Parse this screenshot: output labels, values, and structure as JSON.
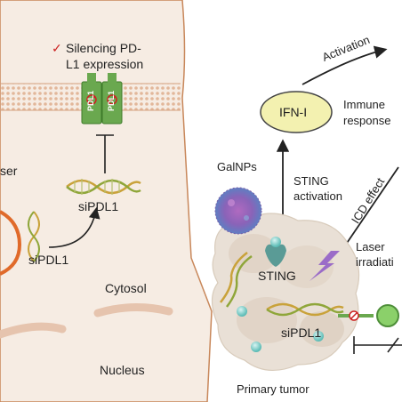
{
  "left_panel": {
    "silencing_check": "✓",
    "silencing_line1": "Silencing PD-",
    "silencing_line2": "L1 expression",
    "receptor_label": "PDL1",
    "sipdl1_upper": "siPDL1",
    "sipdl1_lower": "siPDL1",
    "laser_partial": "ser",
    "cytosol": "Cytosol",
    "nucleus": "Nucleus"
  },
  "right_panel": {
    "activation": "Activation",
    "ifn": "IFN-I",
    "immune_line1": "Immune",
    "immune_line2": "response",
    "galnps": "GalNPs",
    "sting_activation_line1": "STING",
    "sting_activation_line2": "activation",
    "icd_effect": "ICD effect",
    "laser_line1": "Laser",
    "laser_line2": "irradiati",
    "sting": "STING",
    "sipdl1": "siPDL1",
    "primary_tumor": "Primary tumor"
  },
  "colors": {
    "cell_fill": "#f6ece3",
    "cell_border": "#c8875a",
    "membrane_dot": "#e2b79a",
    "pdl1_green": "#6aa84f",
    "ifn_fill": "#f3f1b0",
    "check_red": "#cc2222",
    "laser_purple": "#9b6cc8",
    "bead_teal": "#7fd0cc",
    "helix_gold": "#c9a23a"
  }
}
